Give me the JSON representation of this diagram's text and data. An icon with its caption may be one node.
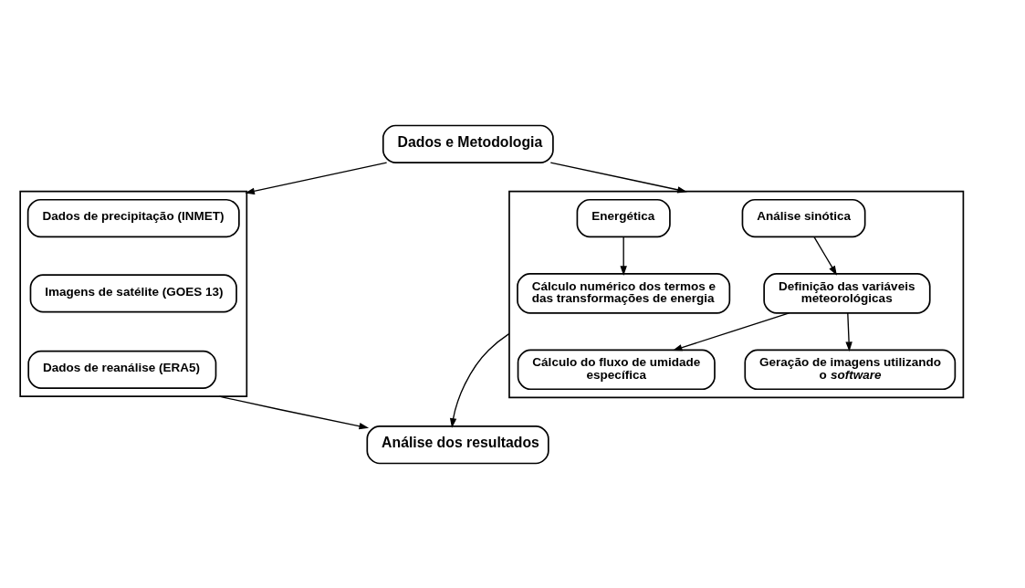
{
  "diagram": {
    "nodes": [
      {
        "text": [
          "Dados e Metodologia"
        ]
      },
      {
        "text": [],
        "shape": "box"
      },
      {
        "text": [
          "Dados de precipitação (INMET)"
        ],
        "in": 1
      },
      {
        "text": [
          "Imagens de satélite (GOES 13)"
        ],
        "in": 1
      },
      {
        "text": [
          "Dados de reanálise (ERA5)"
        ],
        "in": 1
      },
      {
        "text": [],
        "shape": "box"
      },
      {
        "text": [
          "Análise sinótica"
        ],
        "in": 5
      },
      {
        "text": [
          "Energética"
        ],
        "in": 5
      },
      {
        "text": [
          "Definição das variáveis meteorológicas"
        ],
        "in": 5
      },
      {
        "text": [
          "Geração de imagens utilizando o *software*"
        ],
        "in": 5
      },
      {
        "text": [
          "Cálculo do fluxo de umidade específica"
        ],
        "in": 5
      },
      {
        "text": [
          "Cálculo numérico dos termos e das transformações de energia"
        ],
        "in": 5
      },
      {
        "text": [
          "Análise dos resultados"
        ]
      }
    ],
    "edges": [
      {
        "from": 0,
        "to": 1,
        "arrow": "to"
      },
      {
        "from": 0,
        "to": 5,
        "arrow": "to"
      },
      {
        "from": 6,
        "to": 8,
        "arrow": "to"
      },
      {
        "from": 8,
        "to": 9,
        "arrow": "to"
      },
      {
        "from": 8,
        "to": 10,
        "arrow": "to"
      },
      {
        "from": 7,
        "to": 11,
        "arrow": "to"
      },
      {
        "from": 1,
        "to": 12,
        "arrow": "to"
      },
      {
        "from": 5,
        "to": 12,
        "arrow": "to"
      }
    ]
  }
}
